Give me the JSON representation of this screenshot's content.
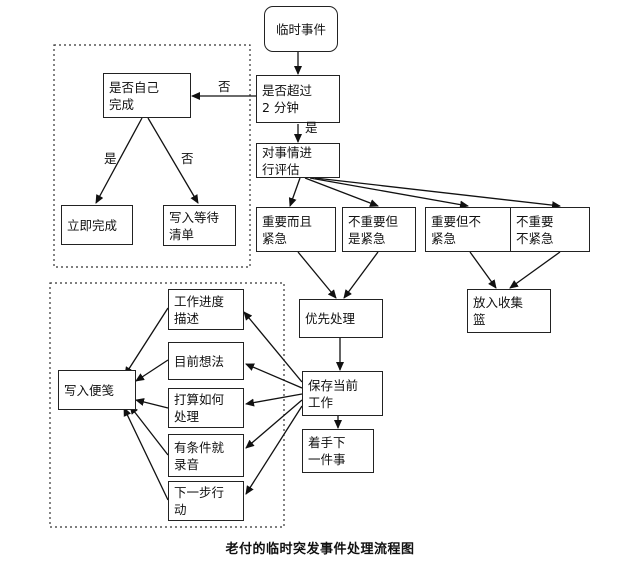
{
  "nodes": {
    "start": "临时事件",
    "over2": "是否超过\n2 分钟",
    "self": "是否自己\n完成",
    "evaluate": "对事情进\n行评估",
    "now": "立即完成",
    "waitlist": "写入等待\n清单",
    "q1": "重要而且\n紧急",
    "q2": "不重要但\n是紧急",
    "q3": "重要但不\n紧急",
    "q4": "不重要\n不紧急",
    "priority": "优先处理",
    "basket": "放入收集\n篮",
    "save": "保存当前\n工作",
    "next": "着手下\n一件事",
    "memo": "写入便笺",
    "progress": "工作进度\n描述",
    "thoughts": "目前想法",
    "plan": "打算如何\n处理",
    "record": "有条件就\n录音",
    "nextstep": "下一步行\n动"
  },
  "edges": {
    "no_self": "否",
    "yes_eval": "是",
    "yes_now": "是",
    "no_wait": "否"
  },
  "caption": "老付的临时突发事件处理流程图"
}
